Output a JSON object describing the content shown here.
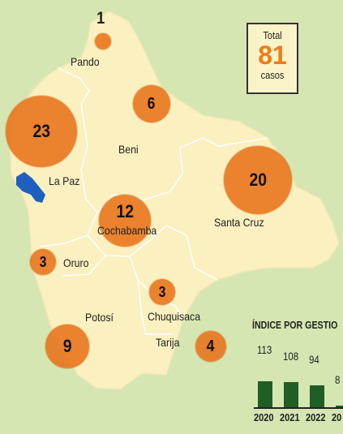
{
  "total": {
    "label": "Total",
    "value": "81",
    "unit": "casos"
  },
  "departments": [
    {
      "name": "Pando",
      "cases": "1"
    },
    {
      "name": "Beni",
      "cases": "6"
    },
    {
      "name": "La Paz",
      "cases": "23"
    },
    {
      "name": "Santa Cruz",
      "cases": "20"
    },
    {
      "name": "Cochabamba",
      "cases": "12"
    },
    {
      "name": "Oruro",
      "cases": "3"
    },
    {
      "name": "Chuquisaca",
      "cases": "3"
    },
    {
      "name": "Potosí",
      "cases": "9"
    },
    {
      "name": "Tarija",
      "cases": "4"
    }
  ],
  "index_chart": {
    "title": "ÍNDICE POR GESTIO",
    "chart_data": {
      "type": "bar",
      "categories": [
        "2020",
        "2021",
        "2022",
        "20"
      ],
      "values": [
        113,
        108,
        94,
        8
      ],
      "value_labels": [
        "113",
        "108",
        "94",
        "8"
      ]
    }
  },
  "colors": {
    "bubble": "#e86e14",
    "territory": "#fbf0bf",
    "background": "#d6e6b2",
    "lake": "#1f5fbf",
    "bar": "#1f5e25",
    "total_number": "#ef7a1a"
  }
}
